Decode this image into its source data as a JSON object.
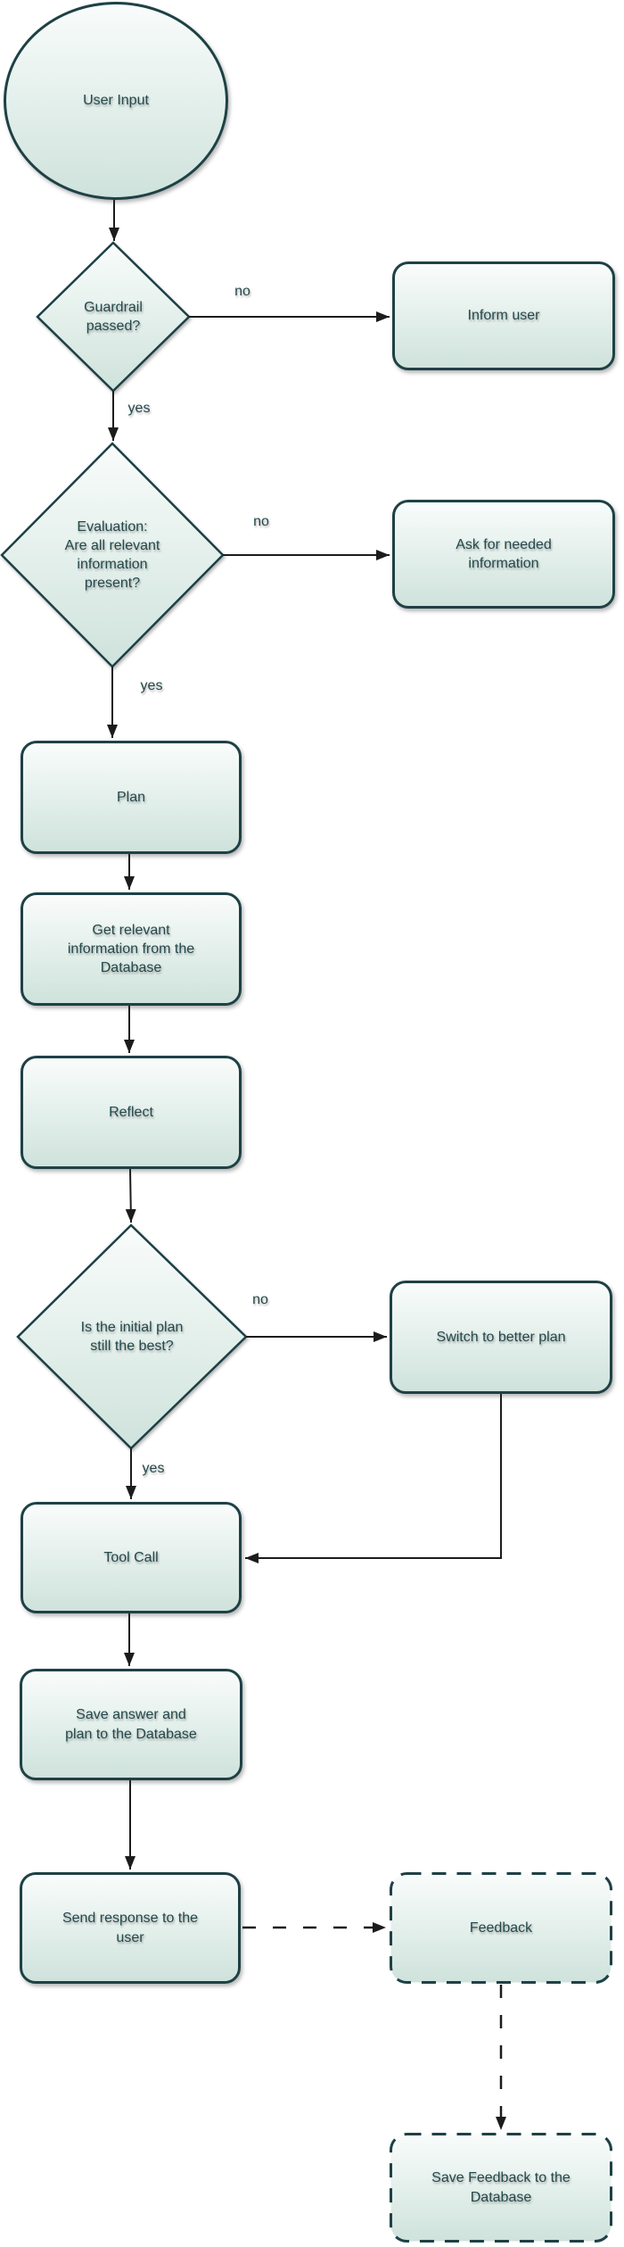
{
  "nodes": {
    "user_input": {
      "label": "User Input",
      "shape": "ellipse"
    },
    "guardrail": {
      "label": "Guardrail\npassed?",
      "shape": "diamond"
    },
    "inform_user": {
      "label": "Inform user",
      "shape": "rounded-rect"
    },
    "evaluation": {
      "label": "Evaluation:\nAre all relevant\ninformation\npresent?",
      "shape": "diamond"
    },
    "ask_info": {
      "label": "Ask for needed\ninformation",
      "shape": "rounded-rect"
    },
    "plan": {
      "label": "Plan",
      "shape": "rounded-rect"
    },
    "get_info": {
      "label": "Get relevant\ninformation from the\nDatabase",
      "shape": "rounded-rect"
    },
    "reflect": {
      "label": "Reflect",
      "shape": "rounded-rect"
    },
    "initial_plan_best": {
      "label": "Is the initial plan\nstill the best?",
      "shape": "diamond"
    },
    "switch_plan": {
      "label": "Switch to better plan",
      "shape": "rounded-rect"
    },
    "tool_call": {
      "label": "Tool Call",
      "shape": "rounded-rect"
    },
    "save_answer": {
      "label": "Save answer and\nplan to the Database",
      "shape": "rounded-rect"
    },
    "send_response": {
      "label": "Send response to the\nuser",
      "shape": "rounded-rect"
    },
    "feedback": {
      "label": "Feedback",
      "shape": "rounded-rect-dashed"
    },
    "save_feedback": {
      "label": "Save Feedback to the\nDatabase",
      "shape": "rounded-rect-dashed"
    }
  },
  "edges": [
    {
      "from": "user_input",
      "to": "guardrail",
      "style": "solid",
      "label": ""
    },
    {
      "from": "guardrail",
      "to": "inform_user",
      "style": "solid",
      "label": "no"
    },
    {
      "from": "guardrail",
      "to": "evaluation",
      "style": "solid",
      "label": "yes"
    },
    {
      "from": "evaluation",
      "to": "ask_info",
      "style": "solid",
      "label": "no"
    },
    {
      "from": "evaluation",
      "to": "plan",
      "style": "solid",
      "label": "yes"
    },
    {
      "from": "plan",
      "to": "get_info",
      "style": "solid",
      "label": ""
    },
    {
      "from": "get_info",
      "to": "reflect",
      "style": "solid",
      "label": ""
    },
    {
      "from": "reflect",
      "to": "initial_plan_best",
      "style": "solid",
      "label": ""
    },
    {
      "from": "initial_plan_best",
      "to": "switch_plan",
      "style": "solid",
      "label": "no"
    },
    {
      "from": "initial_plan_best",
      "to": "tool_call",
      "style": "solid",
      "label": "yes"
    },
    {
      "from": "switch_plan",
      "to": "tool_call",
      "style": "solid",
      "label": ""
    },
    {
      "from": "tool_call",
      "to": "save_answer",
      "style": "solid",
      "label": ""
    },
    {
      "from": "save_answer",
      "to": "send_response",
      "style": "solid",
      "label": ""
    },
    {
      "from": "send_response",
      "to": "feedback",
      "style": "dashed",
      "label": ""
    },
    {
      "from": "feedback",
      "to": "save_feedback",
      "style": "dashed",
      "label": ""
    }
  ],
  "colors": {
    "node_border": "#1e4145",
    "node_fill_top": "#f9fcfb",
    "node_fill_bottom": "#cfe2dc",
    "text": "#24494c",
    "line": "#1c1c1c",
    "background": "#ffffff"
  }
}
